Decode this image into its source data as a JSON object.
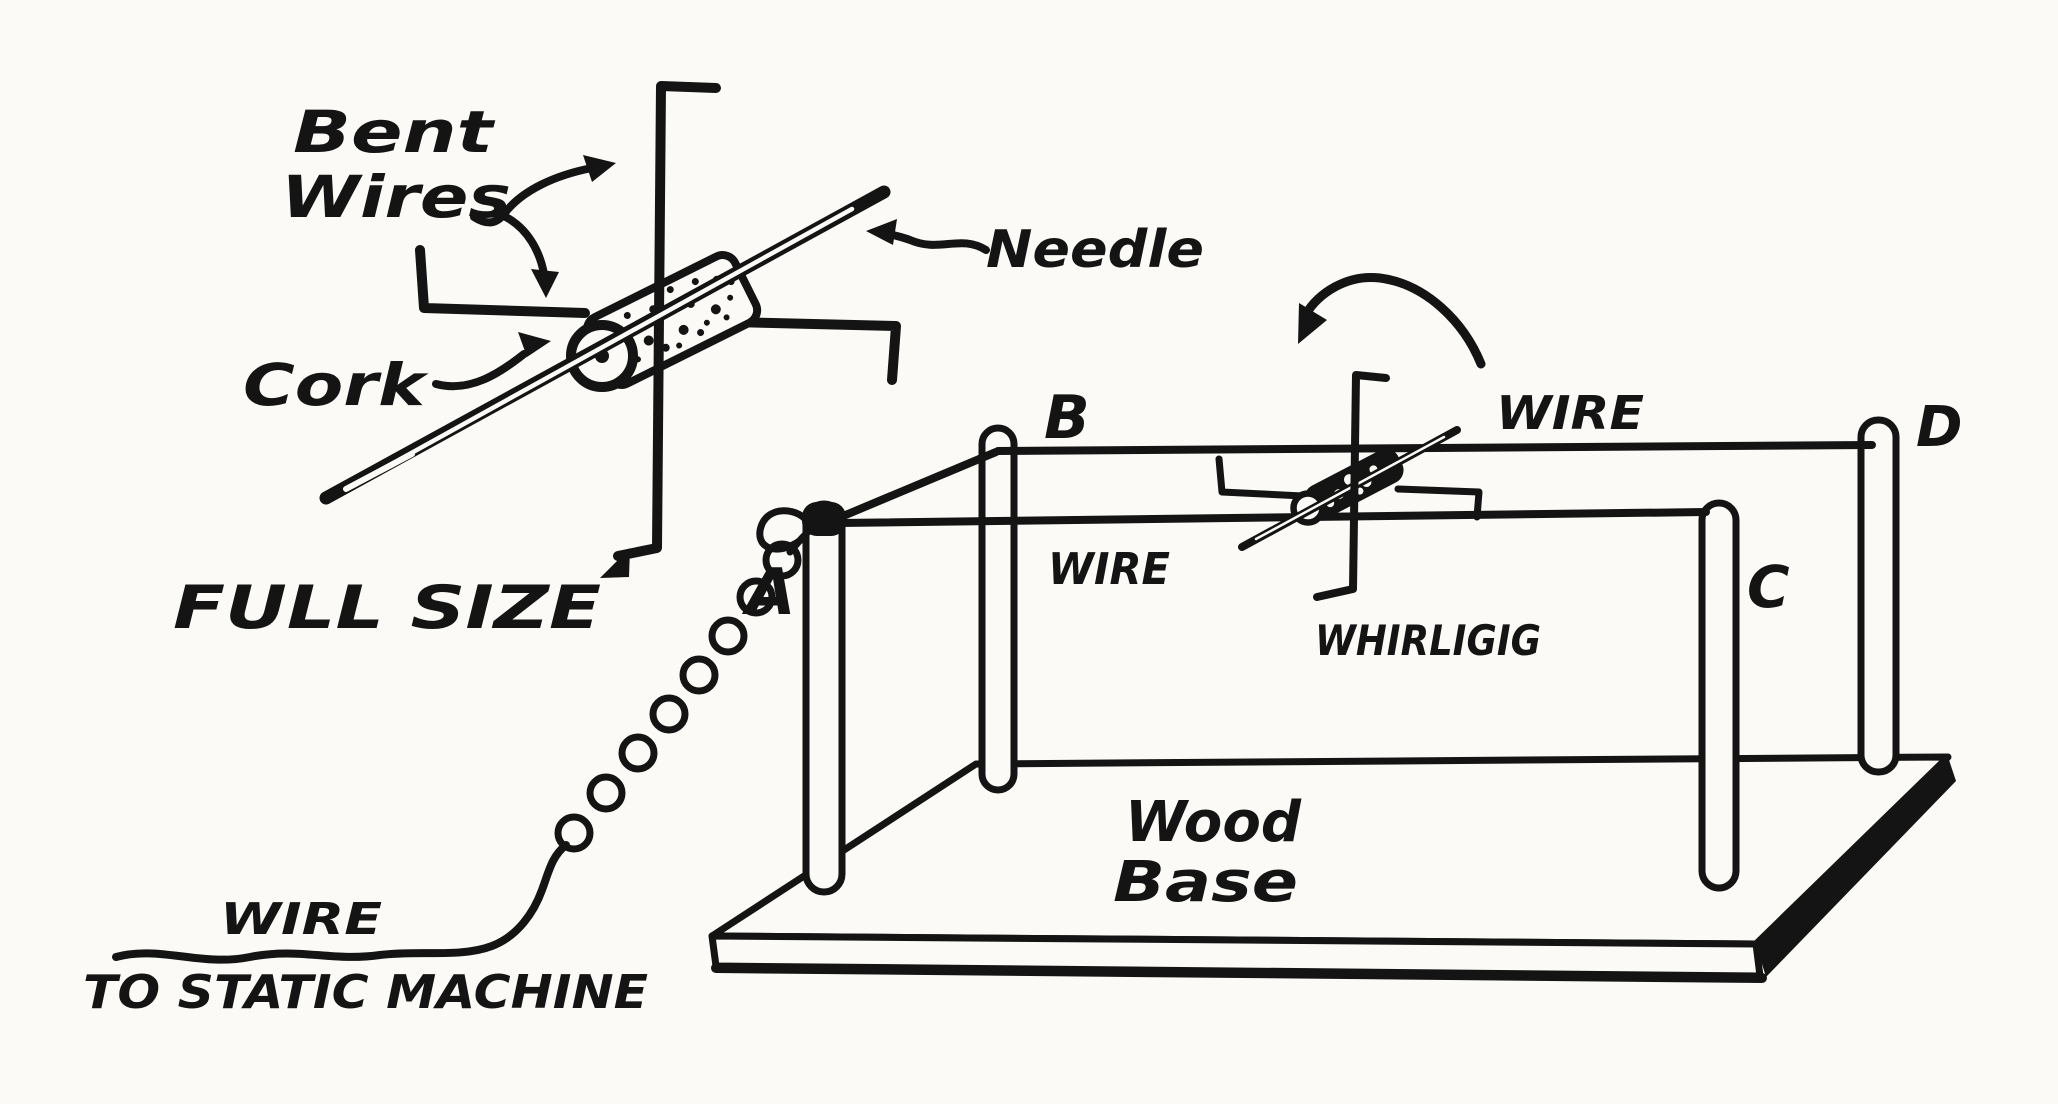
{
  "figure": {
    "type": "hand-drawn instructional diagram of an electric whirligig driven by a static machine",
    "colors": {
      "ink": "#141414",
      "paper": "#fbfaf6"
    },
    "full_size_detail": {
      "label_bent_wires_line1": "Bent",
      "label_bent_wires_line2": "Wires",
      "label_needle": "Needle",
      "label_cork": "Cork",
      "caption": "FULL SIZE"
    },
    "apparatus": {
      "post_labels": {
        "a": "A",
        "b": "B",
        "c": "C",
        "d": "D"
      },
      "label_top_wire": "WIRE",
      "label_bottom_wire": "WIRE",
      "label_whirligig": "WHIRLIGIG",
      "label_base_line1": "Wood",
      "label_base_line2": "Base",
      "feed_label_line1": "WIRE",
      "feed_label_line2": "TO STATIC MACHINE"
    }
  }
}
